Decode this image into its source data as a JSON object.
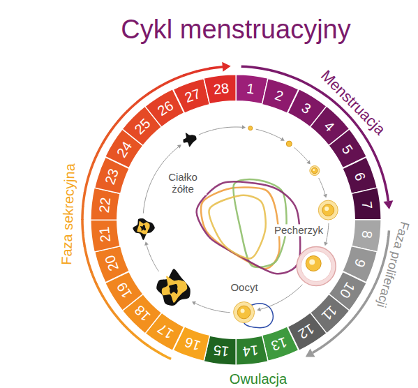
{
  "diagram": {
    "title": "Cykl menstruacyjny",
    "nodes": [
      {
        "text": [
          "1"
        ]
      },
      {
        "text": [
          "2"
        ]
      },
      {
        "text": [
          "3"
        ]
      },
      {
        "text": [
          "4"
        ]
      },
      {
        "text": [
          "5"
        ]
      },
      {
        "text": [
          "6"
        ]
      },
      {
        "text": [
          "7"
        ]
      },
      {
        "text": [
          "8"
        ]
      },
      {
        "text": [
          "9"
        ]
      },
      {
        "text": [
          "10"
        ]
      },
      {
        "text": [
          "11"
        ]
      },
      {
        "text": [
          "12"
        ]
      },
      {
        "text": [
          "13"
        ]
      },
      {
        "text": [
          "14"
        ]
      },
      {
        "text": [
          "15"
        ]
      },
      {
        "text": [
          "16"
        ]
      },
      {
        "text": [
          "17"
        ]
      },
      {
        "text": [
          "18"
        ]
      },
      {
        "text": [
          "19"
        ]
      },
      {
        "text": [
          "20"
        ]
      },
      {
        "text": [
          "21"
        ]
      },
      {
        "text": [
          "22"
        ]
      },
      {
        "text": [
          "23"
        ]
      },
      {
        "text": [
          "24"
        ]
      },
      {
        "text": [
          "25"
        ]
      },
      {
        "text": [
          "26"
        ]
      },
      {
        "text": [
          "27"
        ]
      },
      {
        "text": [
          "28"
        ]
      }
    ],
    "labels": [
      "Menstruacja",
      "Faza proliferacji",
      "Owulacja",
      "Faza sekrecyjna",
      "Ciałko żółte",
      "Pecherzyk",
      "Oocyt"
    ]
  }
}
